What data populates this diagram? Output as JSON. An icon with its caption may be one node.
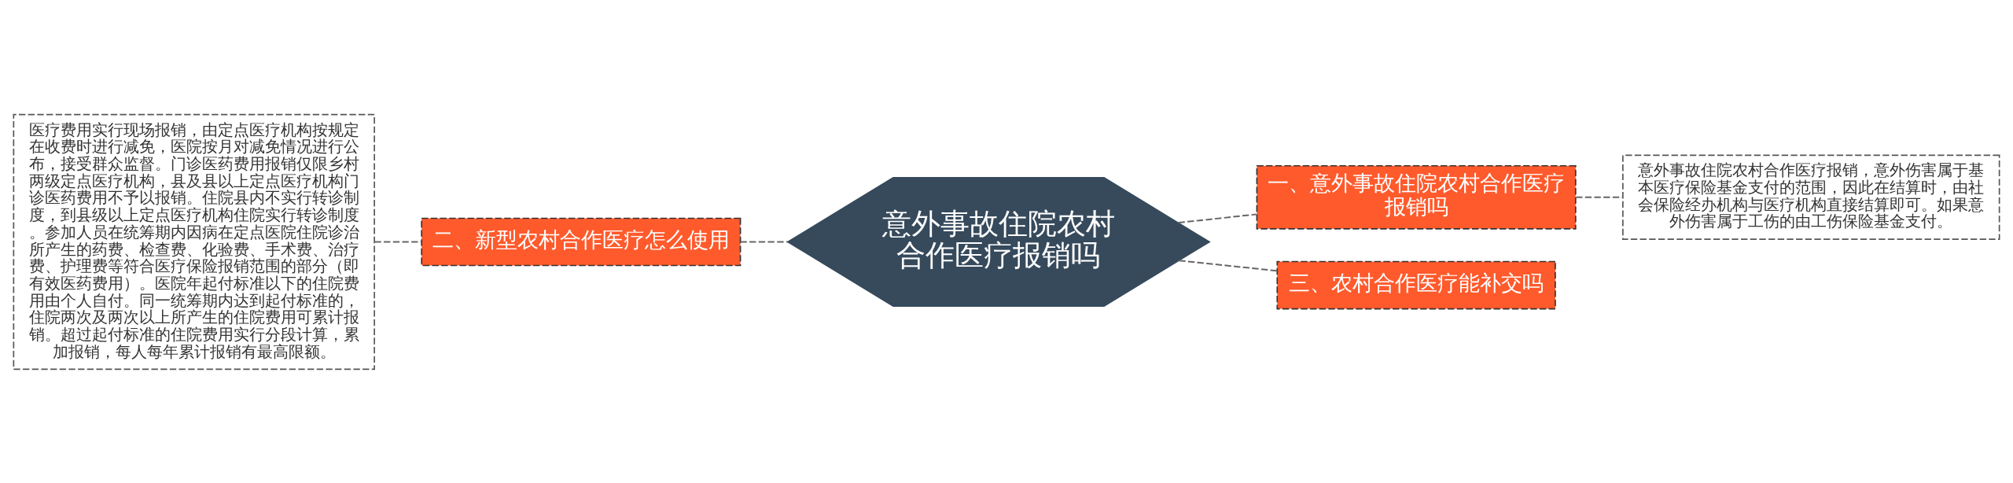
{
  "diagram": {
    "nodes": [
      {
        "text": [
          "意外事故住院农村合作医疗报销吗"
        ]
      },
      {
        "text": [
          "一、意外事故住院农村合作医疗报销吗"
        ]
      },
      {
        "text": [
          "意外事故住院农村合作医疗报销，意外伤害属于基本医疗保险基金支付的范围，因此在结算时，由社会保险经办机构与医疗机构直接结算即可。如果意外伤害属于工伤的由工伤保险基金支付。"
        ]
      },
      {
        "text": [
          "三、农村合作医疗能补交吗"
        ]
      },
      {
        "text": [
          "二、新型农村合作医疗怎么使用"
        ]
      },
      {
        "text": [
          "医疗费用实行现场报销，由定点医疗机构按规定在收费时进行减免，医院按月对减免情况进行公布，接受群众监督。门诊医药费用报销仅限乡村两级定点医疗机构，县及县以上定点医疗机构门诊医药费用不予以报销。住院县内不实行转诊制度，到县级以上定点医疗机构住院实行转诊制度。参加人员在统筹期内因病在定点医院住院诊治所产生的药费、检查费、化验费、手术费、治疗费、护理费等符合医疗保险报销范围的部分（即有效医药费用）。医院年起付标准以下的住院费用由个人自付。同一统筹期内达到起付标准的，住院两次及两次以上所产生的住院费用可累计报销。超过起付标准的住院费用实行分段计算，累加报销，每人每年累计报销有最高限额。"
        ]
      }
    ],
    "edges": [
      {
        "from": 0,
        "to": 1,
        "arrow": "none",
        "style": "dashed"
      },
      {
        "from": 1,
        "to": 2,
        "arrow": "none",
        "style": "dashed"
      },
      {
        "from": 0,
        "to": 3,
        "arrow": "none",
        "style": "dashed"
      },
      {
        "from": 0,
        "to": 4,
        "arrow": "none",
        "style": "dashed"
      },
      {
        "from": 4,
        "to": 5,
        "arrow": "none",
        "style": "dashed"
      }
    ]
  }
}
